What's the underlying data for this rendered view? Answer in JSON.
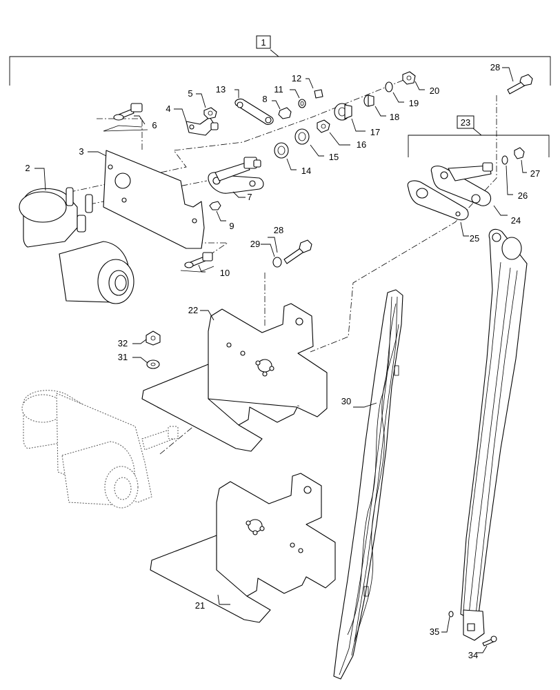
{
  "callouts": {
    "c1": "1",
    "c2": "2",
    "c3": "3",
    "c4": "4",
    "c5": "5",
    "c6": "6",
    "c7": "7",
    "c8": "8",
    "c9": "9",
    "c10": "10",
    "c11": "11",
    "c12": "12",
    "c13": "13",
    "c14": "14",
    "c15": "15",
    "c16": "16",
    "c17": "17",
    "c18": "18",
    "c19": "19",
    "c20": "20",
    "c21": "21",
    "c22": "22",
    "c23": "23",
    "c24": "24",
    "c25": "25",
    "c26": "26",
    "c27": "27",
    "c28a": "28",
    "c28b": "28",
    "c29": "29",
    "c30": "30",
    "c31": "31",
    "c32": "32",
    "c34": "34",
    "c35": "35"
  }
}
